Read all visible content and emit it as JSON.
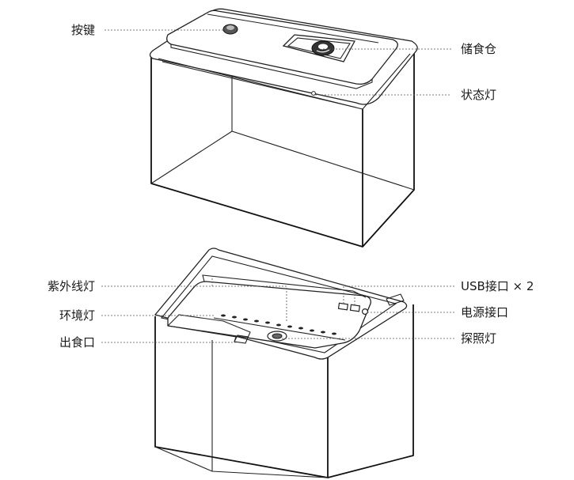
{
  "labels": {
    "button": "按键",
    "storage": "储食仓",
    "status_light": "状态灯",
    "uv_light": "紫外线灯",
    "ambient_light": "环境灯",
    "food_outlet": "出食口",
    "usb_ports": "USB接口 × 2",
    "power_port": "电源接口",
    "spot_light": "探照灯"
  },
  "colors": {
    "stroke": "#111111",
    "text": "#1a1a1a",
    "leader": "#555555"
  }
}
